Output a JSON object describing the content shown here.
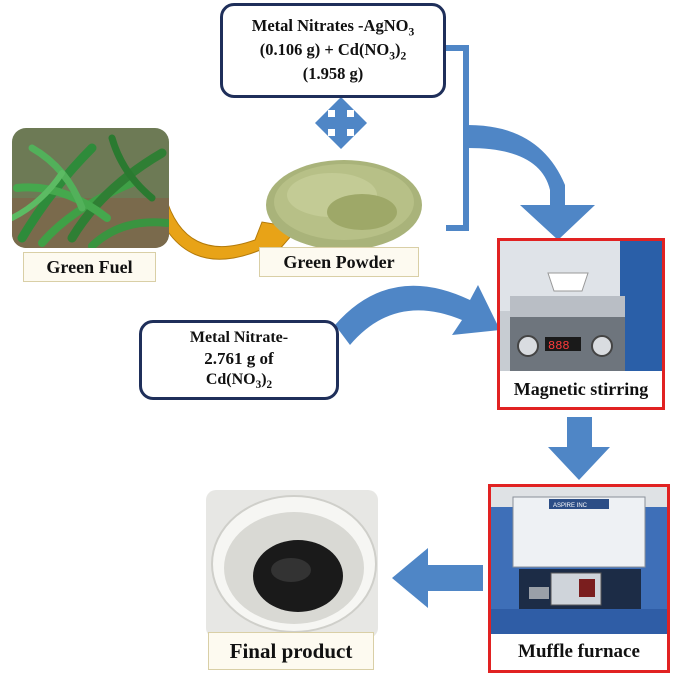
{
  "nitrate_top": {
    "line1_prefix": "Metal Nitrates -AgNO",
    "line1_sub": "3",
    "line2_prefix": "(0.106 g) + Cd(NO",
    "line2_sub1": "3",
    "line2_close": ")",
    "line2_sub2": "2",
    "line3": "(1.958 g)"
  },
  "nitrate_left": {
    "line1": "Metal Nitrate-",
    "line2": "2.761 g of",
    "line3_prefix": "Cd(NO",
    "line3_sub1": "3",
    "line3_close": ")",
    "line3_sub2": "2"
  },
  "labels": {
    "green_fuel": "Green Fuel",
    "green_powder": "Green Powder",
    "magnetic_stirring": "Magnetic stirring",
    "muffle_furnace": "Muffle furnace",
    "final_product": "Final product"
  },
  "stirrer_display": "888",
  "furnace_brand": "ASPIRE INC",
  "colors": {
    "arrow_blue": "#4f86c6",
    "box_border": "#1f2f5a",
    "photo_border": "#e12222",
    "curve_orange": "#e8a317"
  }
}
